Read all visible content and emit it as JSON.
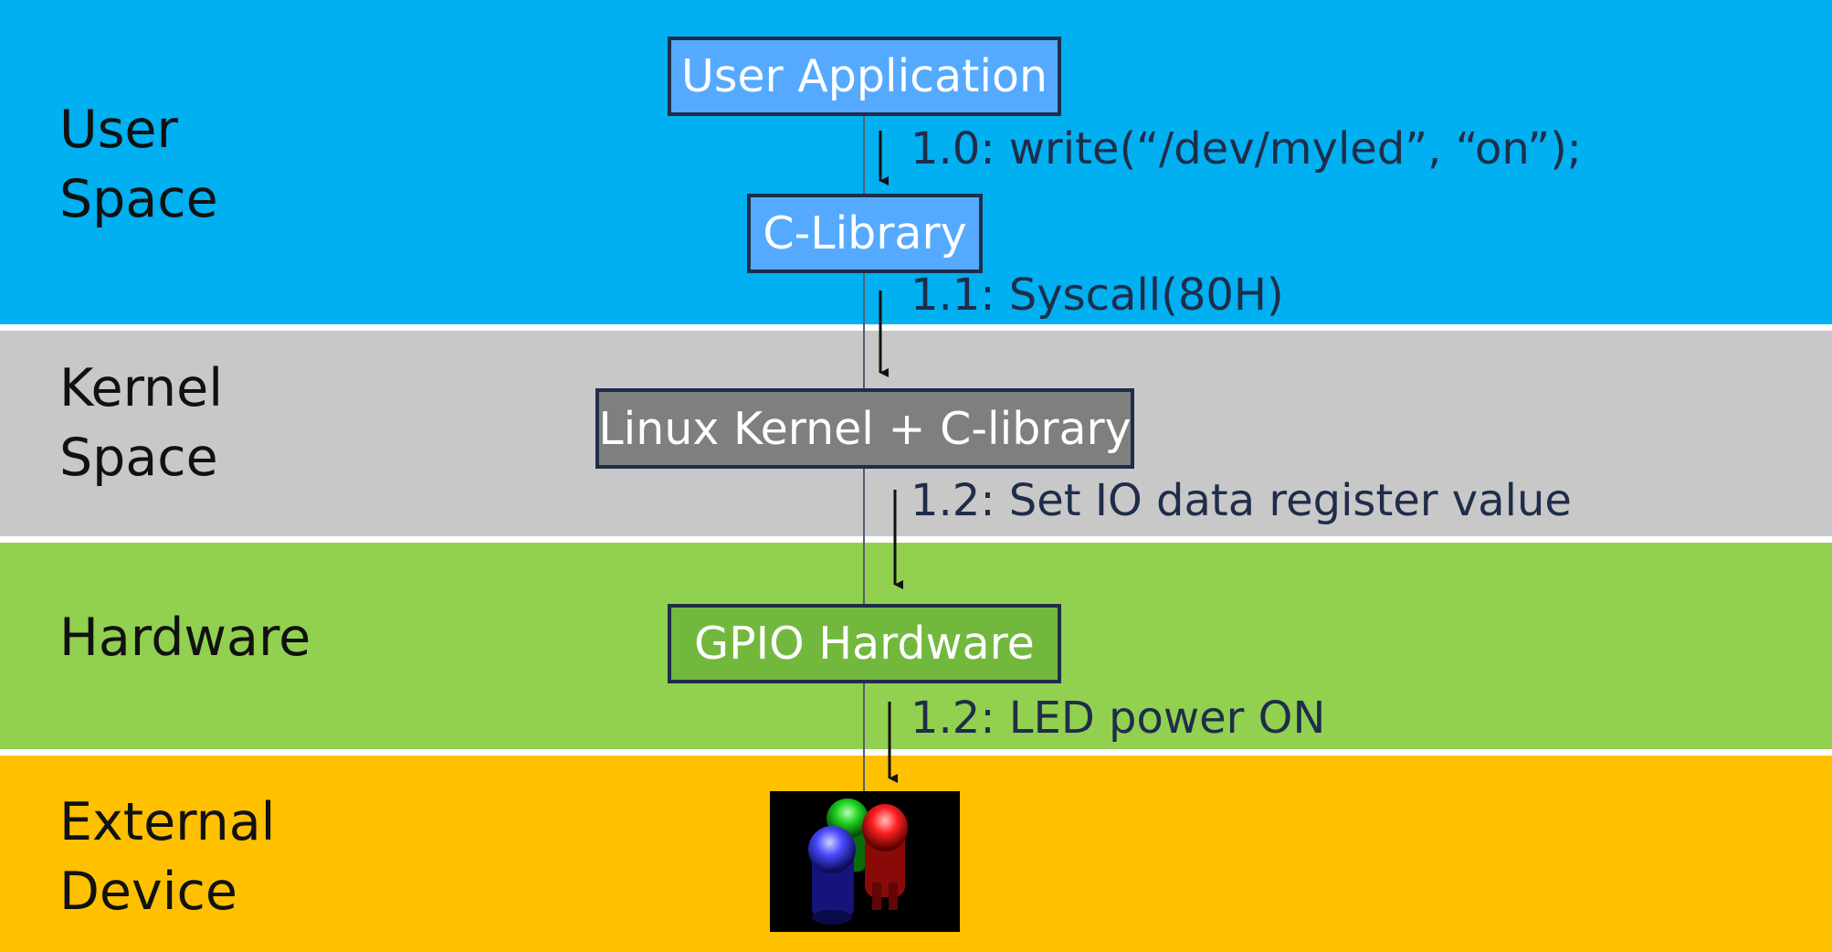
{
  "layers": {
    "user_space": "User\nSpace",
    "kernel_space": "Kernel\nSpace",
    "hardware": "Hardware",
    "external_device": "External\nDevice"
  },
  "boxes": {
    "user_application": "User Application",
    "c_library": "C-Library",
    "linux_kernel": "Linux Kernel + C-library",
    "gpio_hardware": "GPIO Hardware"
  },
  "steps": {
    "write_call": "1.0: write(“/dev/myled”, “on”);",
    "syscall": "1.1: Syscall(80H)",
    "set_register": "1.2: Set IO data register value",
    "led_power": "1.2: LED power ON"
  },
  "colors": {
    "user_space": "#00b0f0",
    "kernel_space": "#c8c8c8",
    "hardware": "#92d050",
    "external_device": "#ffc000",
    "user_box": "#55aaff",
    "kernel_box": "#7f7f7f",
    "gpio_box": "#72b83d",
    "led_green": "#1fd11f",
    "led_red": "#ff2020",
    "led_blue": "#4a4aff"
  }
}
